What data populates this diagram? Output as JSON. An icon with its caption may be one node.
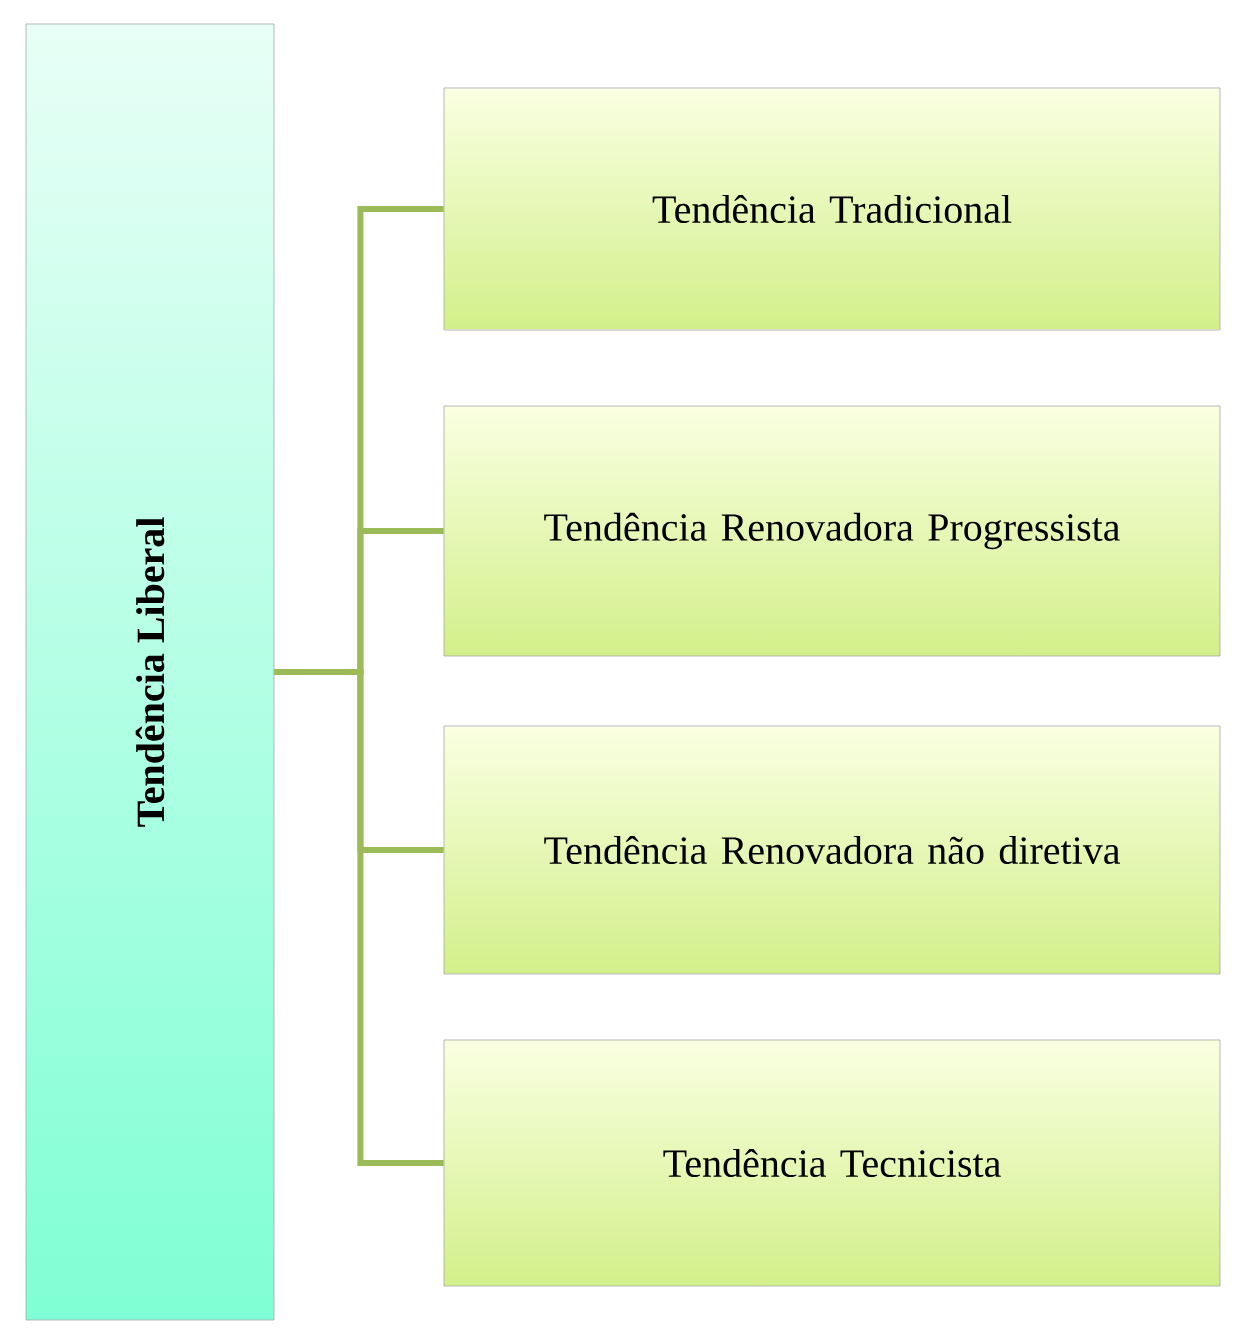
{
  "diagram": {
    "nodes": [
      {
        "text": [
          "Tendência Liberal"
        ]
      },
      {
        "text": [
          "Tendência Tradicional"
        ]
      },
      {
        "text": [
          "Tendência Renovadora Progressista"
        ]
      },
      {
        "text": [
          "Tendência Renovadora não diretiva"
        ]
      },
      {
        "text": [
          "Tendência Tecnicista"
        ]
      }
    ],
    "edges": [
      {
        "from": 0,
        "to": 1,
        "arrow": "none"
      },
      {
        "from": 0,
        "to": 2,
        "arrow": "none"
      },
      {
        "from": 0,
        "to": 3,
        "arrow": "none"
      },
      {
        "from": 0,
        "to": 4,
        "arrow": "none"
      }
    ]
  }
}
